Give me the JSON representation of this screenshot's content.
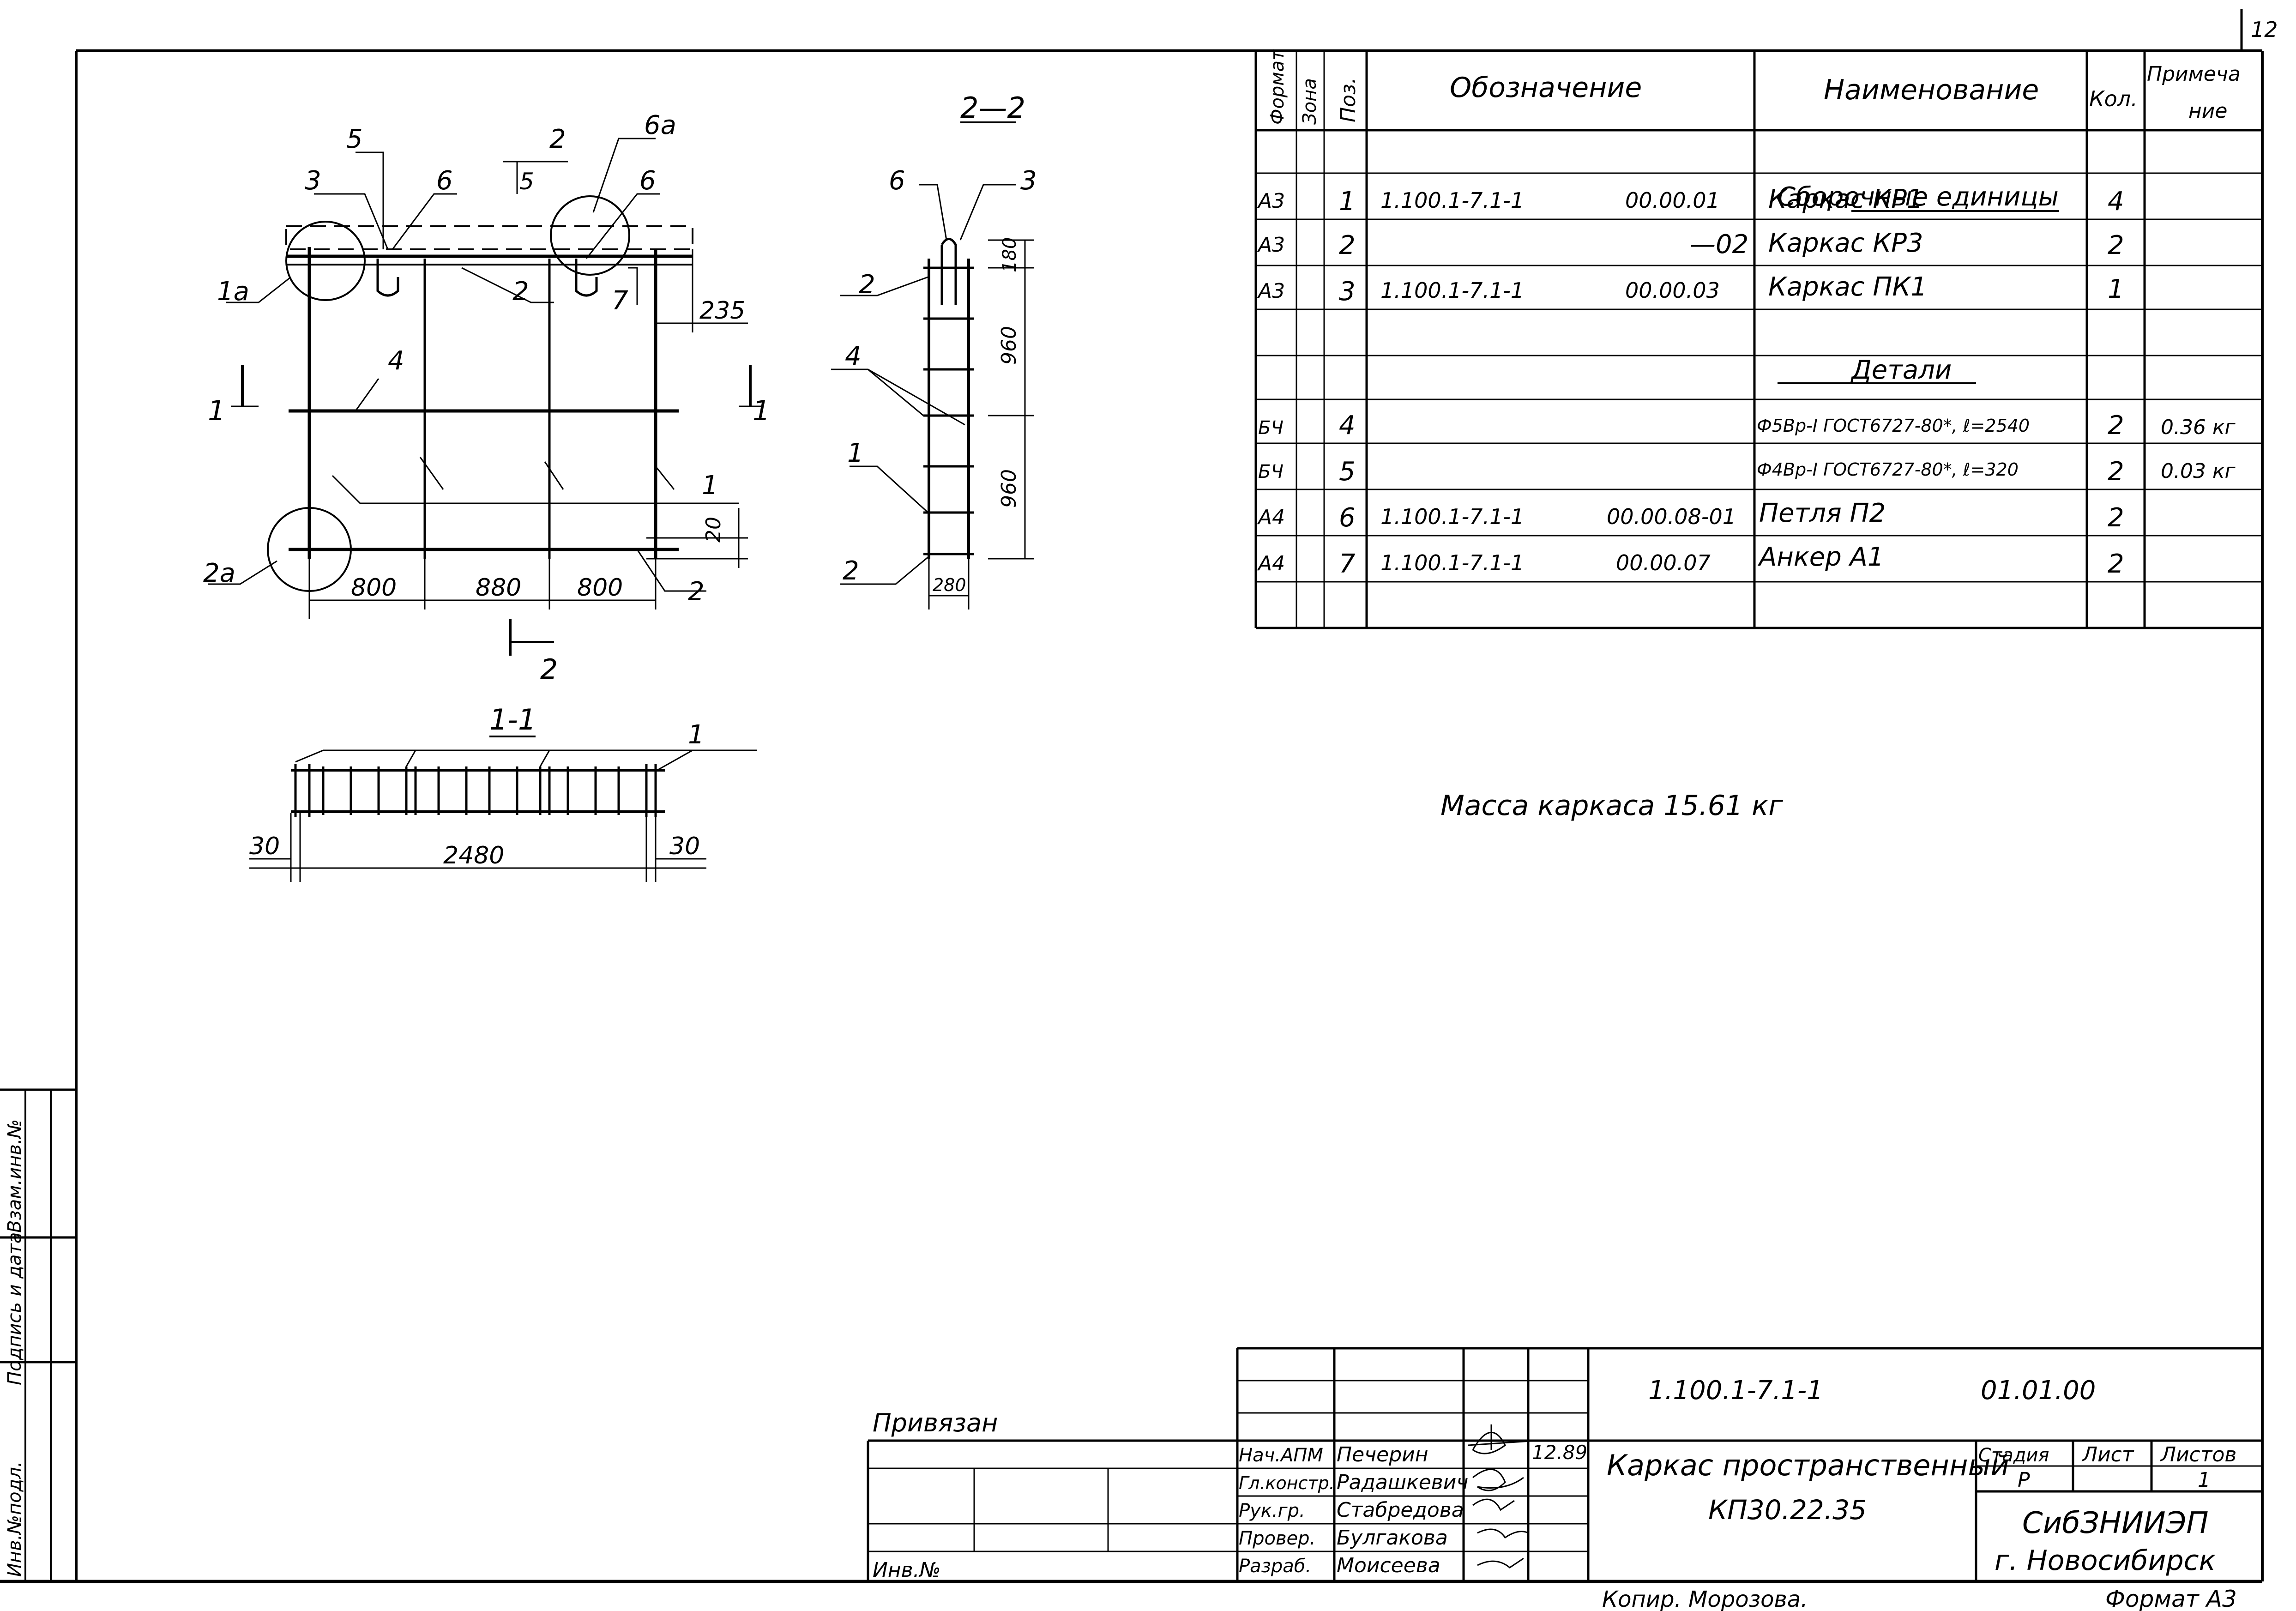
{
  "sheet": {
    "corner_number": "12"
  },
  "spec_table": {
    "headers": {
      "format": "Формат",
      "zone": "Зона",
      "pos": "Поз.",
      "designation": "Обозначение",
      "name": "Наименование",
      "qty": "Кол.",
      "note_1": "Примеча",
      "note_2": "ние"
    },
    "sections": {
      "assembly": "Сборочные единицы",
      "details": "Детали"
    },
    "rows": [
      {
        "format": "А3",
        "pos": "1",
        "code": "1.100.1-7.1-1",
        "code2": "00.00.01",
        "name": "Каркас КР1",
        "qty": "4",
        "note": ""
      },
      {
        "format": "А3",
        "pos": "2",
        "code": "",
        "code2": "—02",
        "name": "Каркас КР3",
        "qty": "2",
        "note": ""
      },
      {
        "format": "А3",
        "pos": "3",
        "code": "1.100.1-7.1-1",
        "code2": "00.00.03",
        "name": "Каркас ПК1",
        "qty": "1",
        "note": ""
      },
      {
        "format": "БЧ",
        "pos": "4",
        "code": "",
        "code2": "",
        "name": "Ф5Вр-I ГОСТ6727-80*, ℓ=2540",
        "qty": "2",
        "note": "0.36 кг"
      },
      {
        "format": "БЧ",
        "pos": "5",
        "code": "",
        "code2": "",
        "name": "Ф4Вр-I ГОСТ6727-80*, ℓ=320",
        "qty": "2",
        "note": "0.03 кг"
      },
      {
        "format": "А4",
        "pos": "6",
        "code": "1.100.1-7.1-1",
        "code2": "00.00.08-01",
        "name": "Петля П2",
        "qty": "2",
        "note": ""
      },
      {
        "format": "А4",
        "pos": "7",
        "code": "1.100.1-7.1-1",
        "code2": "00.00.07",
        "name": "Анкер А1",
        "qty": "2",
        "note": ""
      }
    ]
  },
  "mass_note": "Масса каркаса 15.61 кг",
  "drawing": {
    "main_view": {
      "leaders": {
        "l1a": "1а",
        "l2a": "2а",
        "l3": "3",
        "l5": "5",
        "l6": "6",
        "l6a": "6а",
        "l6b": "6",
        "l2top": "2",
        "l5b": "5",
        "l2mid": "2",
        "l7": "7",
        "l4": "4",
        "l1right": "1",
        "l2bottom": "2"
      },
      "cut_marks": {
        "left": "1",
        "right": "1",
        "top": "2",
        "bottom": "2"
      },
      "dims": {
        "d800a": "800",
        "d880": "880",
        "d800b": "800",
        "d235": "235",
        "d20": "20"
      }
    },
    "section_2_2": {
      "title": "2—2",
      "leaders": {
        "l6": "6",
        "l3": "3",
        "l2a": "2",
        "l4": "4",
        "l1": "1",
        "l2b": "2"
      },
      "dims": {
        "d180": "180",
        "d960a": "960",
        "d960b": "960",
        "d280": "280"
      }
    },
    "section_1_1": {
      "title": "1-1",
      "leaders": {
        "l1": "1"
      },
      "dims": {
        "d30a": "30",
        "d2480": "2480",
        "d30b": "30"
      }
    }
  },
  "title_block": {
    "bound_label": "Привязан",
    "inv_label": "Инв.№",
    "doc_code": "1.100.1-7.1-1",
    "doc_suffix": "01.01.00",
    "title_line1": "Каркас пространственный",
    "title_line2": "КП30.22.35",
    "stage_label": "Стадия",
    "sheet_label": "Лист",
    "sheets_label": "Листов",
    "stage_value": "Р",
    "sheets_value": "1",
    "org_line1": "СибЗНИИЭП",
    "org_line2": "г. Новосибирск",
    "date": "12.89",
    "roles": [
      {
        "role": "Нач.АПМ",
        "person": "Печерин"
      },
      {
        "role": "Гл.констр.",
        "person": "Радашкевич"
      },
      {
        "role": "Рук.гр.",
        "person": "Стабредова"
      },
      {
        "role": "Провер.",
        "person": "Булгакова"
      },
      {
        "role": "Разраб.",
        "person": "Моисеева"
      }
    ],
    "copy_note": "Копир. Морозова.",
    "format_note": "Формат А3"
  },
  "side_stamp": {
    "inv_orig": "Инв.№подл.",
    "signature_date": "Подпись и дата",
    "replace_inv": "Взам.инв.№"
  }
}
